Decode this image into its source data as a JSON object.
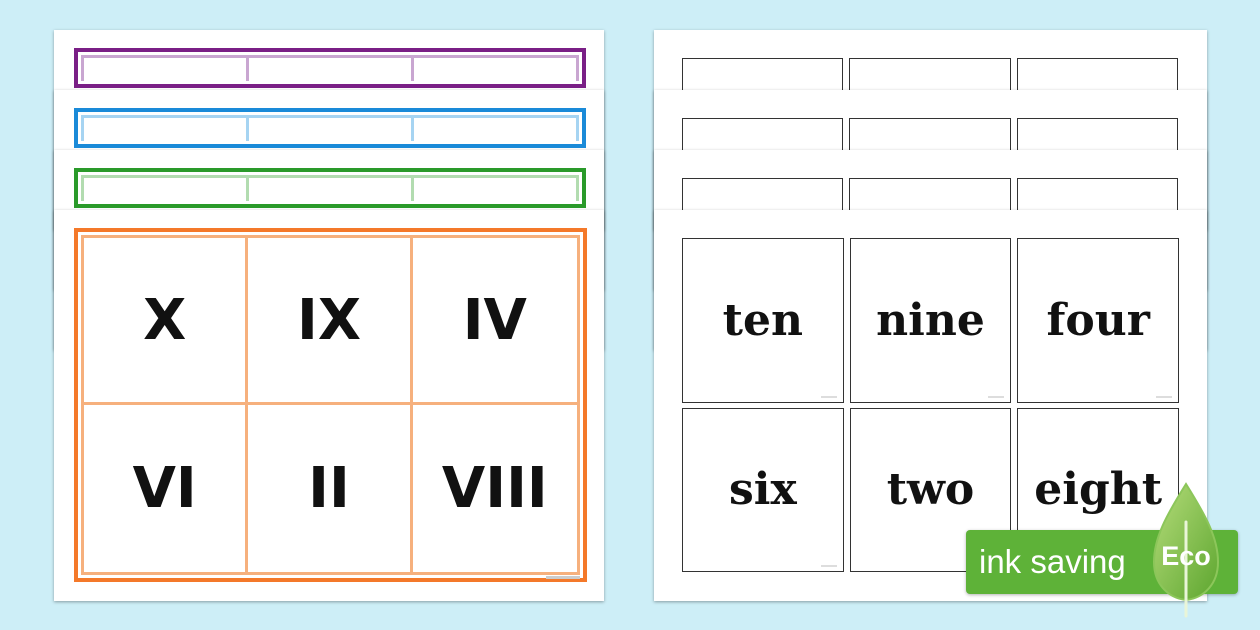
{
  "roman_numerals": [
    "X",
    "IX",
    "IV",
    "VI",
    "II",
    "VIII"
  ],
  "number_words": [
    "ten",
    "nine",
    "four",
    "six",
    "two",
    "eight"
  ],
  "badge": {
    "text": "ink saving",
    "eco_label": "Eco"
  },
  "colors": {
    "background": "#cdeef7",
    "purple": "#7a1f86",
    "blue": "#1a8ad8",
    "green": "#2a9a2a",
    "orange": "#f4792a",
    "eco_green": "#5eb238"
  }
}
